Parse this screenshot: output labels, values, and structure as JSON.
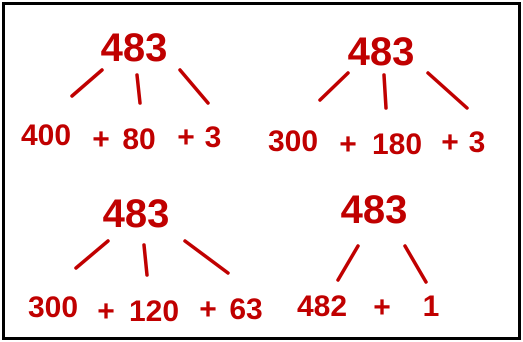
{
  "colors": {
    "ink": "#c00000",
    "border": "#000000",
    "background": "#ffffff"
  },
  "trees": [
    {
      "root": "483",
      "parts": [
        "400",
        "80",
        "3"
      ],
      "operators": [
        "+",
        "+"
      ]
    },
    {
      "root": "483",
      "parts": [
        "300",
        "180",
        "3"
      ],
      "operators": [
        "+",
        "+"
      ]
    },
    {
      "root": "483",
      "parts": [
        "300",
        "120",
        "63"
      ],
      "operators": [
        "+",
        "+"
      ]
    },
    {
      "root": "483",
      "parts": [
        "482",
        "1"
      ],
      "operators": [
        "+"
      ]
    }
  ]
}
